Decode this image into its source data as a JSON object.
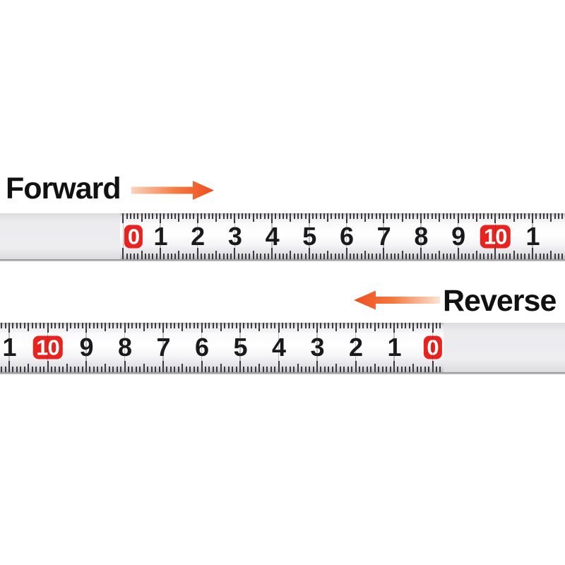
{
  "colors": {
    "highlight_box_red": "#e8221e",
    "highlight_digit_white": "#ffffff",
    "ruler_digit_black": "#19191b",
    "tick_gray": "#3a3a3e",
    "arrow_orange": "#ef4d21",
    "arrow_pale": "#fad3bd",
    "label_black": "#111111"
  },
  "forward": {
    "label": "Forward",
    "arrow_direction": "right",
    "numbers": [
      {
        "label": "0",
        "highlight": true
      },
      {
        "label": "1"
      },
      {
        "label": "2"
      },
      {
        "label": "3"
      },
      {
        "label": "4"
      },
      {
        "label": "5"
      },
      {
        "label": "6"
      },
      {
        "label": "7"
      },
      {
        "label": "8"
      },
      {
        "label": "9"
      },
      {
        "label": "10",
        "highlight": true
      },
      {
        "label": "1"
      }
    ]
  },
  "reverse": {
    "label": "Reverse",
    "arrow_direction": "left",
    "numbers": [
      {
        "label": "1"
      },
      {
        "label": "10",
        "highlight": true
      },
      {
        "label": "9"
      },
      {
        "label": "8"
      },
      {
        "label": "7"
      },
      {
        "label": "6"
      },
      {
        "label": "5"
      },
      {
        "label": "4"
      },
      {
        "label": "3"
      },
      {
        "label": "2"
      },
      {
        "label": "1"
      },
      {
        "label": "0",
        "highlight": true
      }
    ]
  }
}
